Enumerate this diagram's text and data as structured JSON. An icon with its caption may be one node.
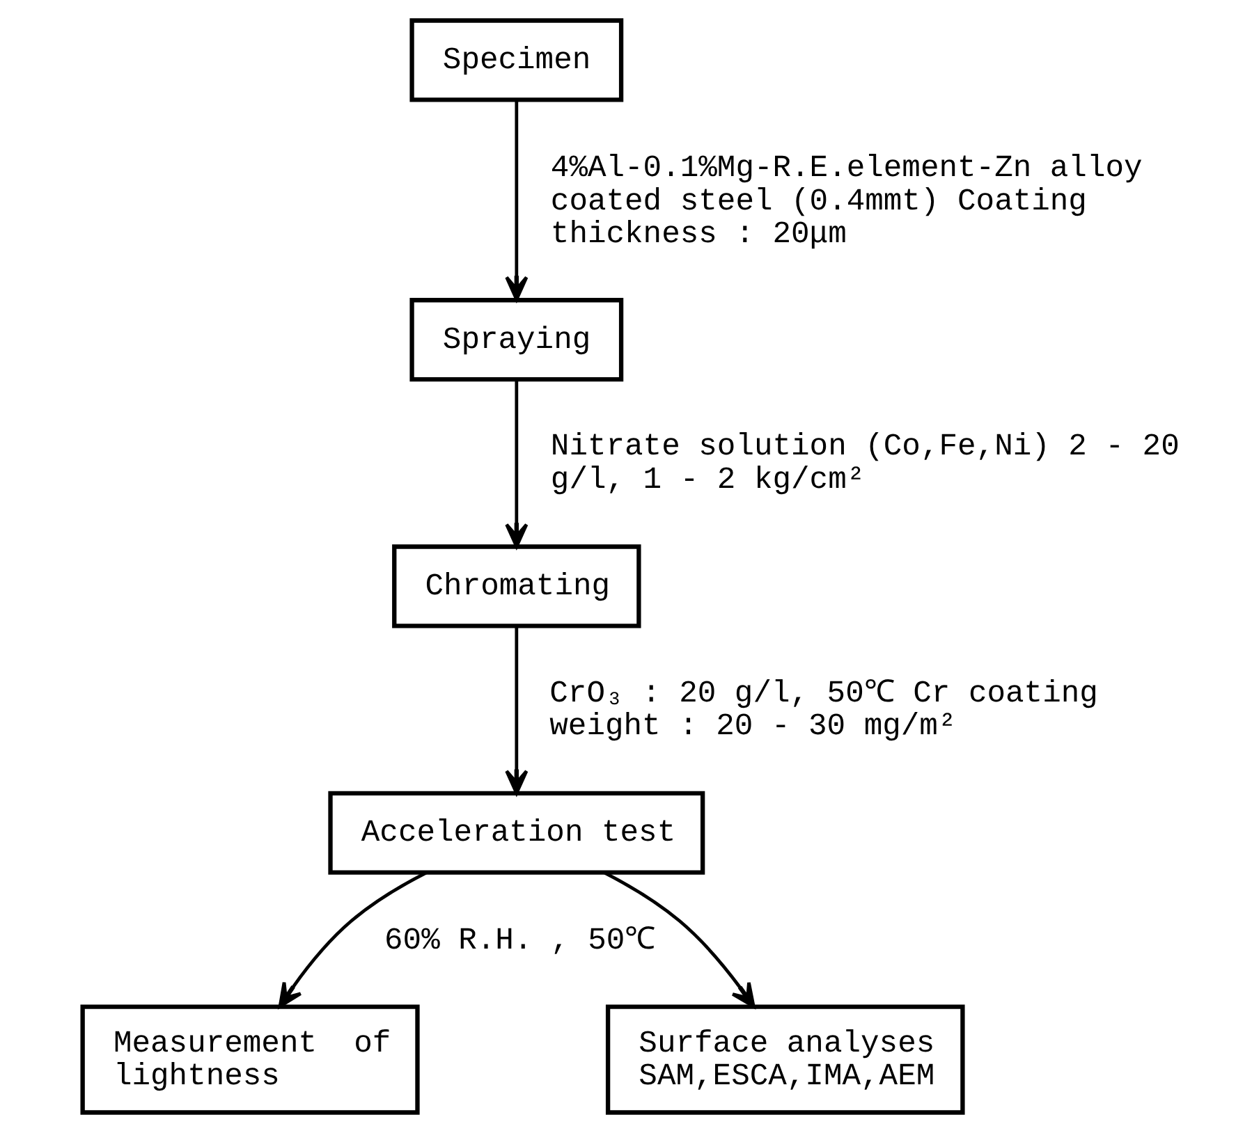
{
  "diagram": {
    "nodes": [
      {
        "text": [
          "Specimen"
        ]
      },
      {
        "text": [
          "Spraying"
        ]
      },
      {
        "text": [
          "Chromating"
        ]
      },
      {
        "text": [
          "Acceleration test"
        ]
      },
      {
        "text": [
          "Measurement  of lightness"
        ]
      },
      {
        "text": [
          "Surface analyses SAM,ESCA,IMA,AEM"
        ]
      }
    ],
    "edges": [
      {
        "from": 0,
        "to": 1,
        "arrow": "to",
        "label": "4%Al-0.1%Mg-R.E.element-Zn alloy coated steel (0.4mmt) Coating thickness : 20μm"
      },
      {
        "from": 1,
        "to": 2,
        "arrow": "to",
        "label": "Nitrate solution (Co,Fe,Ni) 2 - 20 g/l, 1 - 2 kg/cm²"
      },
      {
        "from": 2,
        "to": 3,
        "arrow": "to",
        "label": "CrO₃ : 20 g/l, 50℃ Cr coating weight : 20 - 30 mg/m²"
      },
      {
        "from": 3,
        "to": 4,
        "arrow": "to",
        "label": "60% R.H. , 50℃"
      },
      {
        "from": 3,
        "to": 5,
        "arrow": "to"
      }
    ]
  }
}
